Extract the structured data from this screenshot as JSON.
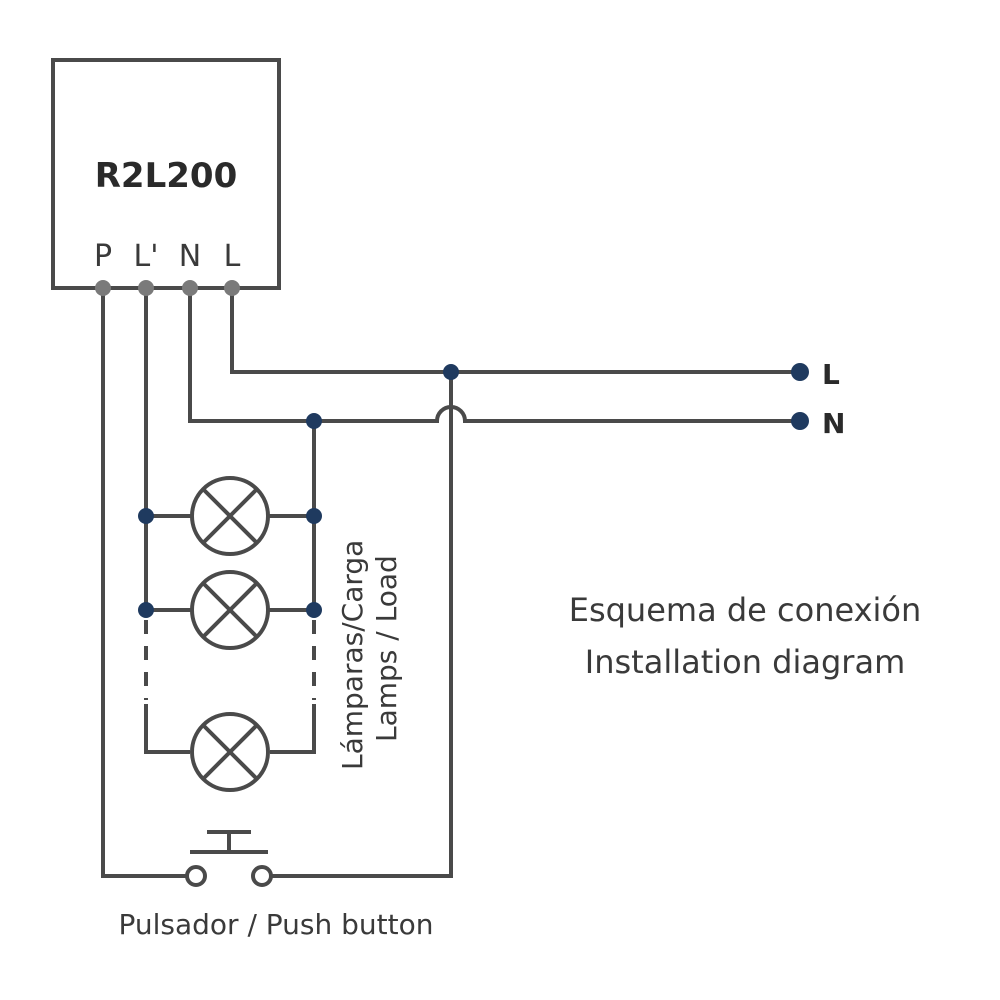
{
  "device": {
    "model": "R2L200",
    "terminals": [
      "P",
      "L'",
      "N",
      "L"
    ]
  },
  "lines": {
    "line_label": "L",
    "neutral_label": "N"
  },
  "load": {
    "label_es": "Lámparas/Carga",
    "label_en": "Lamps / Load",
    "lamp_count_shown": 3
  },
  "push_button": {
    "label": "Pulsador / Push button"
  },
  "caption": {
    "title_es": "Esquema de conexión",
    "title_en": "Installation diagram"
  },
  "colors": {
    "wire": "#4a4a4a",
    "junction": "#1f3a5f",
    "terminal": "#7a7a7a"
  }
}
